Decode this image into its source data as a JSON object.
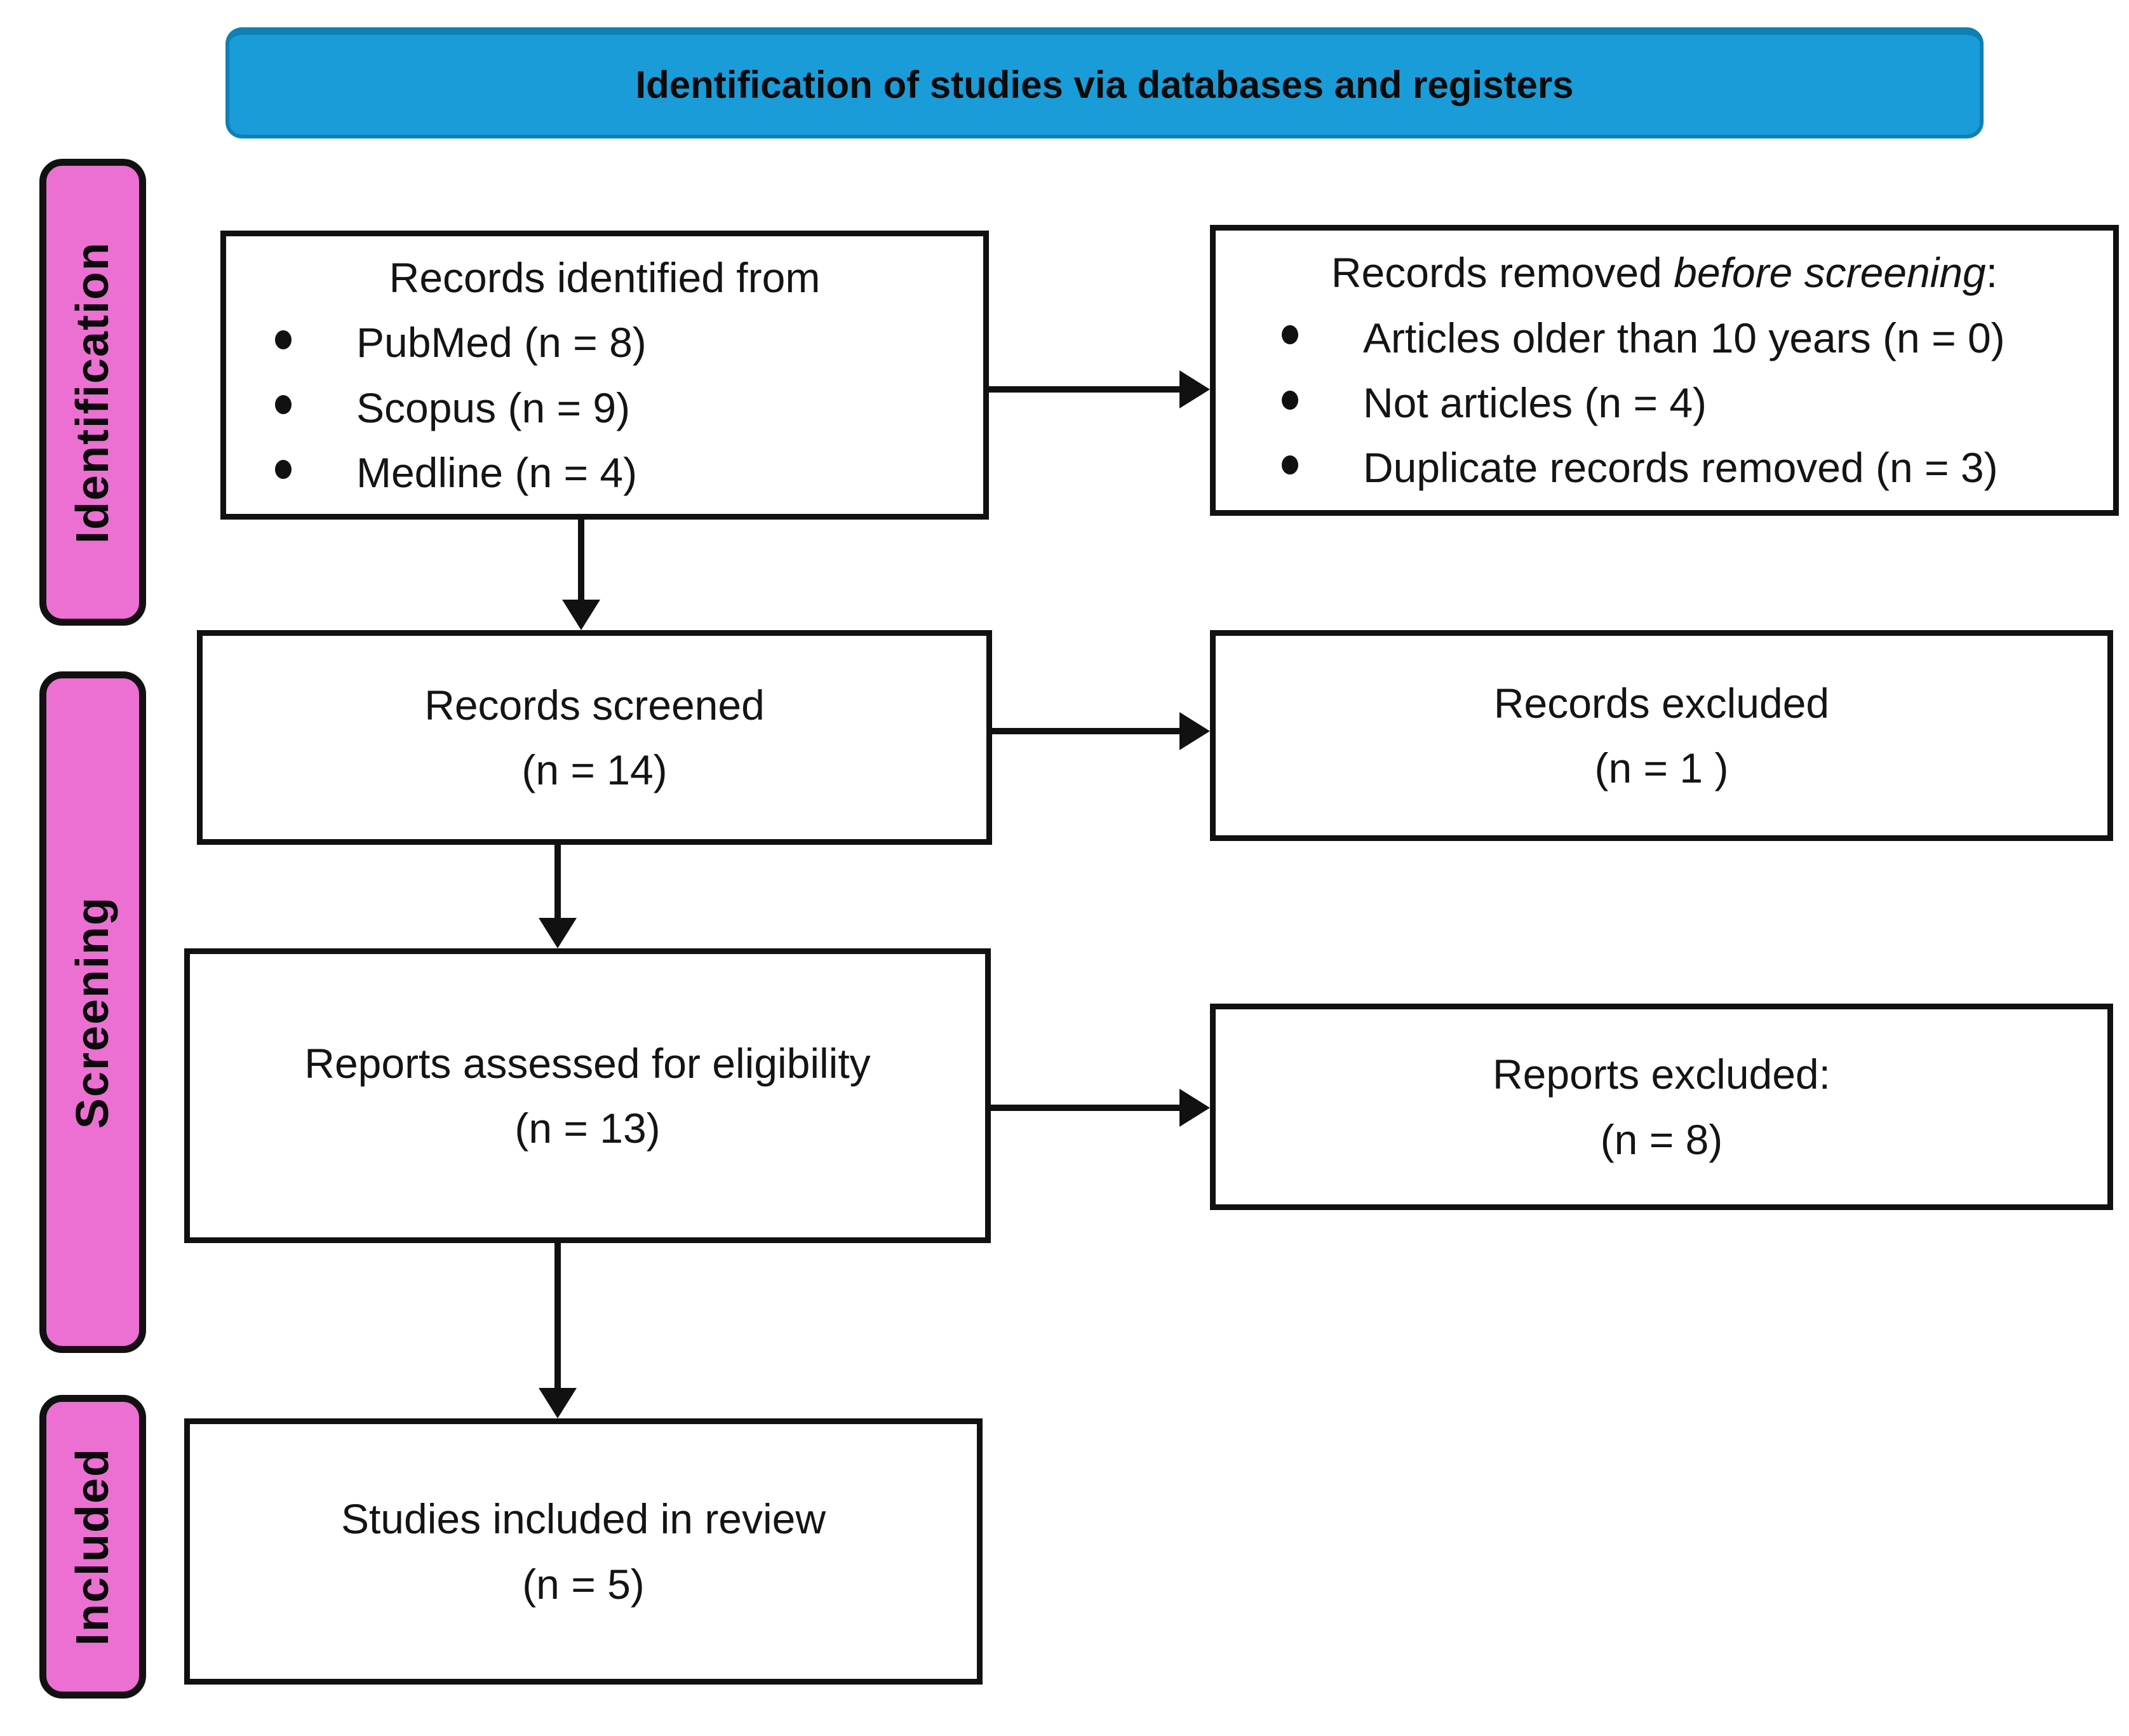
{
  "banner": {
    "title": "Identification of studies via databases and registers"
  },
  "stages": {
    "identification": "Identification",
    "screening": "Screening",
    "included": "Included"
  },
  "boxes": {
    "identified": {
      "heading": "Records identified from",
      "items": [
        "PubMed (n = 8)",
        "Scopus (n = 9)",
        "Medline (n = 4)"
      ]
    },
    "removed": {
      "heading_prefix": "Records removed ",
      "heading_italic": "before screening",
      "heading_suffix": ":",
      "items": [
        "Articles older than 10 years (n = 0)",
        "Not articles (n = 4)",
        "Duplicate records removed  (n = 3)"
      ]
    },
    "screened": {
      "line1": "Records screened",
      "line2": "(n = 14)"
    },
    "records_excluded": {
      "line1": "Records excluded",
      "line2": "(n = 1 )"
    },
    "assessed": {
      "line1": "Reports assessed for eligibility",
      "line2": "(n = 13)"
    },
    "reports_excluded": {
      "line1": "Reports excluded:",
      "line2": "(n = 8)"
    },
    "included_review": {
      "line1": "Studies included in review",
      "line2": "(n = 5)"
    }
  },
  "colors": {
    "banner_fill": "#1a9cd8",
    "banner_edge": "#0e81b3",
    "stage_fill": "#ec6fd2",
    "line": "#111111",
    "box_fill": "#ffffff"
  }
}
